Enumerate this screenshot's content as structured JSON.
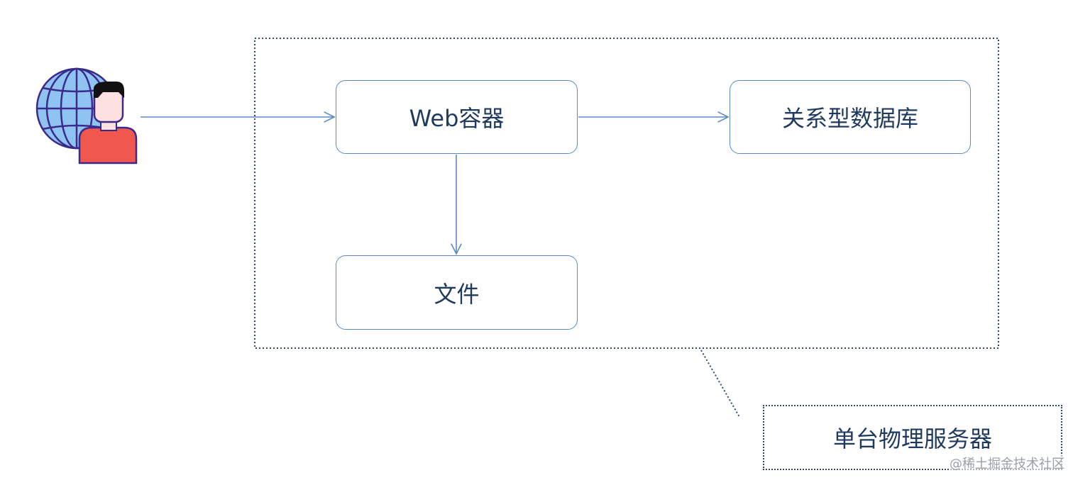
{
  "nodes": {
    "web_container": "Web容器",
    "relational_db": "关系型数据库",
    "files": "文件"
  },
  "server_label": "单台物理服务器",
  "watermark": "@稀土掘金技术社区",
  "colors": {
    "box_border": "#5b8bc4",
    "arrow": "#5b8bc4",
    "text": "#1f3a5f",
    "server_boundary": "#2e4a6b",
    "globe_fill": "#8fc4f2",
    "globe_line": "#3b2a8c",
    "person_shirt": "#f0584f",
    "person_skin": "#fde0e0",
    "person_hair": "#111111"
  },
  "icons": {
    "user": "user-globe-icon"
  }
}
